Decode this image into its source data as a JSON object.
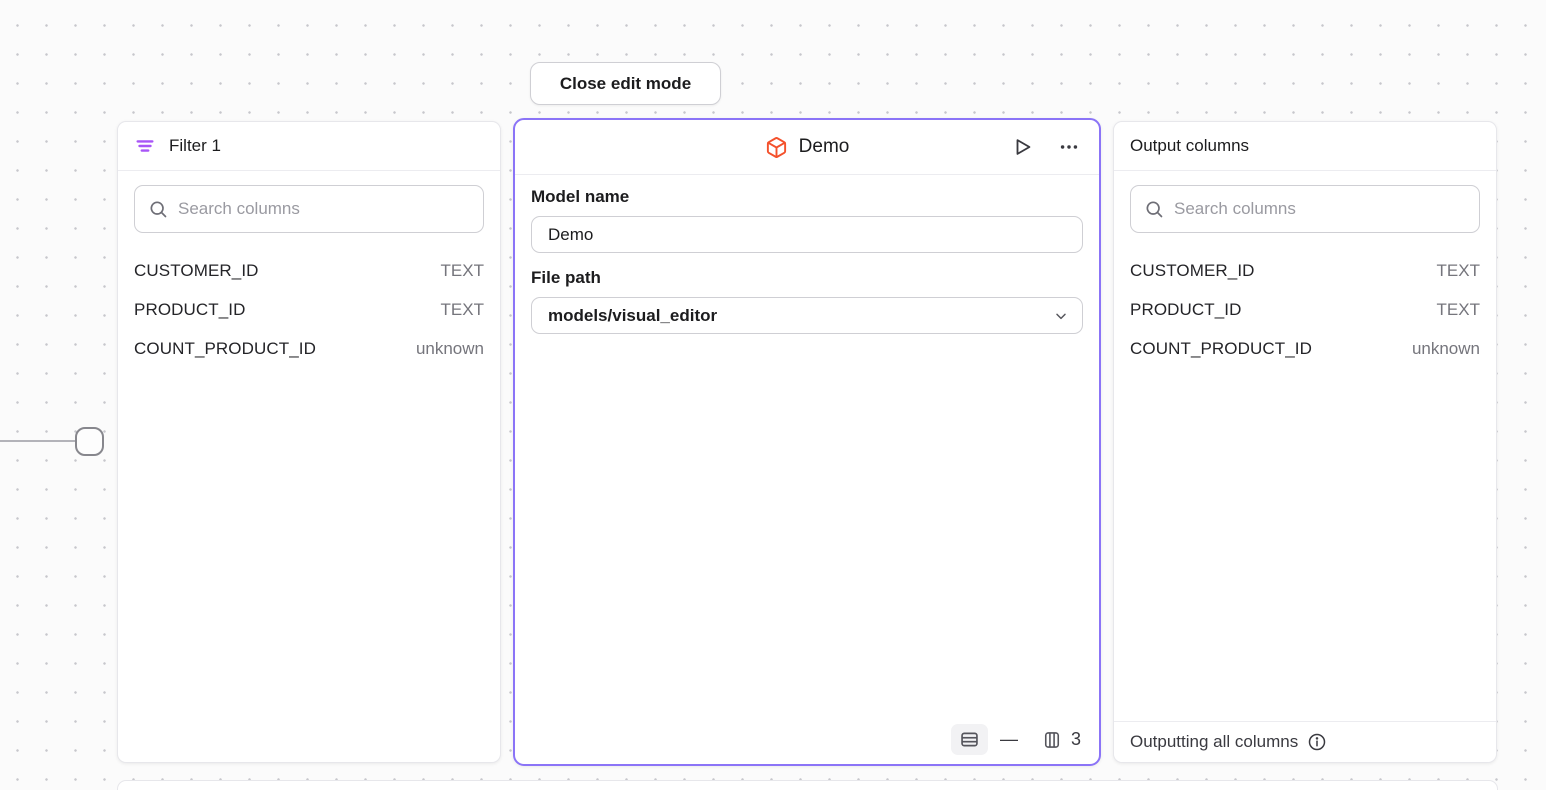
{
  "edit_bar": {
    "close_button_label": "Close edit mode"
  },
  "filter_panel": {
    "title": "Filter 1",
    "icon": "filter-lines-icon",
    "search_placeholder": "Search columns",
    "columns": [
      {
        "name": "CUSTOMER_ID",
        "type": "TEXT"
      },
      {
        "name": "PRODUCT_ID",
        "type": "TEXT"
      },
      {
        "name": "COUNT_PRODUCT_ID",
        "type": "unknown"
      }
    ]
  },
  "model_panel": {
    "title": "Demo",
    "icon": "cube-icon",
    "actions": {
      "run": "play-icon",
      "more": "ellipsis-icon"
    },
    "model_name_label": "Model name",
    "model_name_value": "Demo",
    "file_path_label": "File path",
    "file_path_value": "models/visual_editor",
    "stats": {
      "row_count": "—",
      "column_count": "3"
    }
  },
  "output_panel": {
    "title": "Output columns",
    "search_placeholder": "Search columns",
    "columns": [
      {
        "name": "CUSTOMER_ID",
        "type": "TEXT"
      },
      {
        "name": "PRODUCT_ID",
        "type": "TEXT"
      },
      {
        "name": "COUNT_PRODUCT_ID",
        "type": "unknown"
      }
    ],
    "footer_text": "Outputting all columns"
  },
  "colors": {
    "accent_purple": "#8b74f7",
    "filter_icon_purple": "#a855f7",
    "model_icon_orange": "#f4512c",
    "canvas_background": "#fbfbfb",
    "primary_text": "#1c1c1e",
    "muted_text": "#75757c",
    "placeholder_text": "#9a9aa1"
  }
}
